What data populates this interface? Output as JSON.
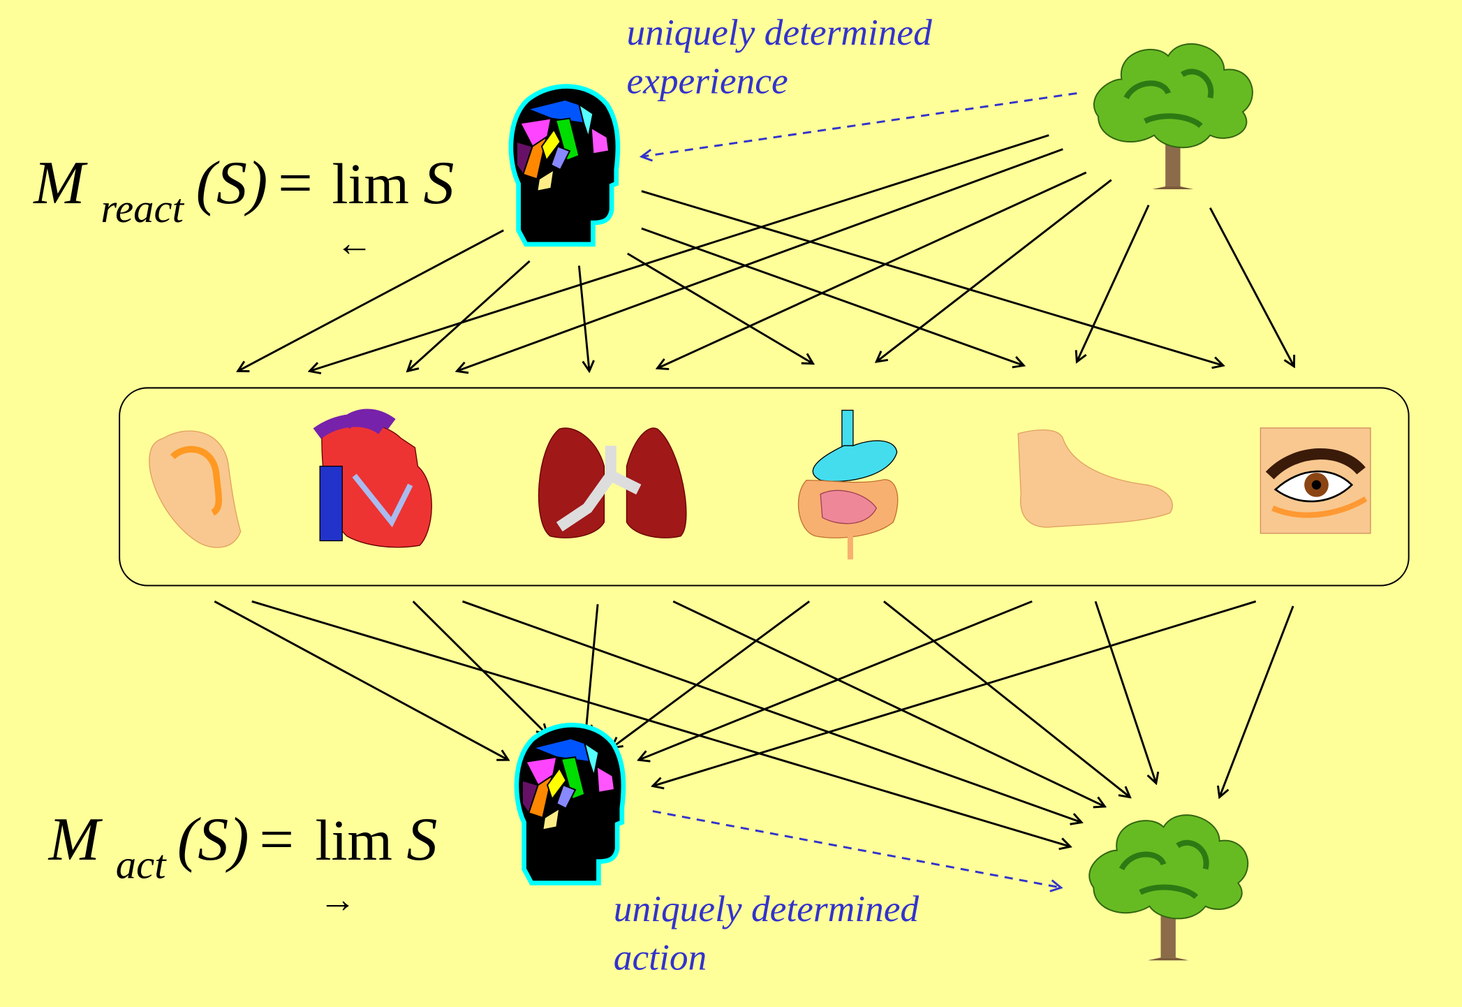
{
  "colors": {
    "background": "#ffff99",
    "annotation": "#3333cc",
    "arrow": "#000000",
    "head_outline": "#00ffff"
  },
  "formula_react": {
    "M": "M",
    "sub": "react",
    "arg": "(S)",
    "eq": "=",
    "lim": "lim",
    "S": "S",
    "lim_arrow": "←"
  },
  "formula_act": {
    "M": "M",
    "sub": "act",
    "arg": "(S)",
    "eq": "=",
    "lim": "lim",
    "S": "S",
    "lim_arrow": "→"
  },
  "annotation_top": {
    "line1": "uniquely determined",
    "line2": "experience"
  },
  "annotation_bottom": {
    "line1": "uniquely determined",
    "line2": "action"
  },
  "organs": [
    "ear",
    "heart",
    "lungs",
    "digestive-system",
    "foot",
    "eye"
  ]
}
